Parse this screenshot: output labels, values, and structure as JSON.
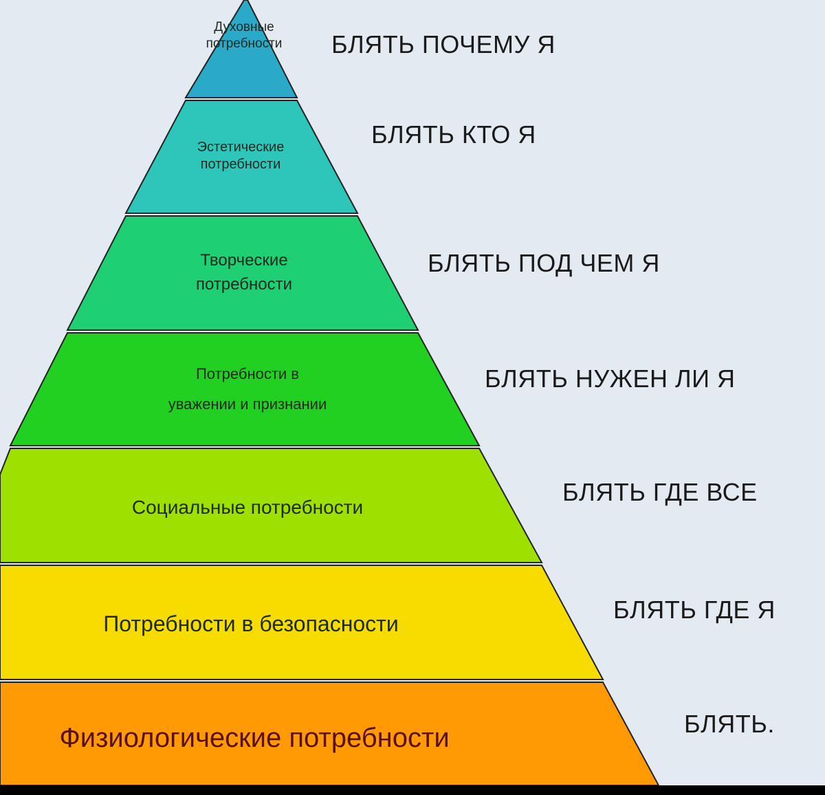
{
  "diagram": {
    "type": "pyramid",
    "layers": [
      {
        "label_lines": [
          "Духовные",
          "потребности"
        ],
        "caption": "БЛЯТЬ ПОЧЕМУ Я",
        "color": "#2aa9c9"
      },
      {
        "label_lines": [
          "Эстетические",
          "потребности"
        ],
        "caption": "БЛЯТЬ КТО Я",
        "color": "#2ec6bb"
      },
      {
        "label_lines": [
          "Творческие",
          "потребности"
        ],
        "caption": "БЛЯТЬ ПОД ЧЕМ Я",
        "color": "#1fcf74"
      },
      {
        "label_lines": [
          "Потребности в",
          "уважении и признании"
        ],
        "caption": "БЛЯТЬ НУЖЕН ЛИ Я",
        "color": "#22d022"
      },
      {
        "label_lines": [
          "Социальные потребности"
        ],
        "caption": "БЛЯТЬ ГДЕ ВСЕ",
        "color": "#9ee000"
      },
      {
        "label_lines": [
          "Потребности в безопасности"
        ],
        "caption": "БЛЯТЬ ГДЕ Я",
        "color": "#f7dc00"
      },
      {
        "label_lines": [
          "Физиологические потребности"
        ],
        "caption": "БЛЯТЬ.",
        "color": "#ff9a05"
      }
    ]
  }
}
